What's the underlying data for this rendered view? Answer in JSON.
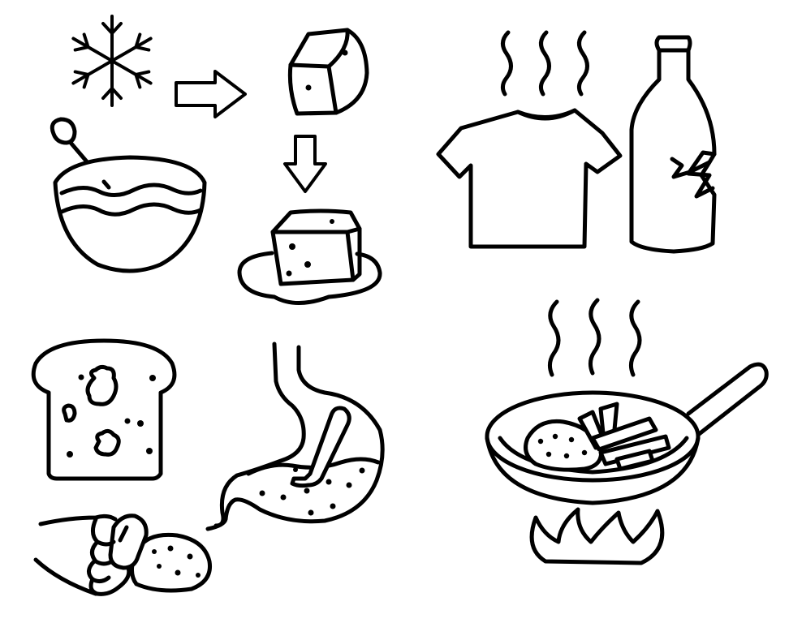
{
  "colors": {
    "ink": "#000000",
    "background": "#ffffff"
  },
  "panels": [
    {
      "id": "frozen-food-thawing",
      "icons": [
        "snowflake-icon",
        "arrow-right-icon",
        "frozen-cube-icon",
        "arrow-down-icon",
        "melting-cube-icon",
        "bowl-icon",
        "spoon-icon"
      ]
    },
    {
      "id": "smelly-shirt-and-broken-bottle",
      "icons": [
        "steam-icon",
        "t-shirt-icon",
        "broken-bottle-icon"
      ]
    },
    {
      "id": "moldy-food-and-stomach",
      "icons": [
        "moldy-bread-icon",
        "stomach-icon",
        "hand-icon",
        "moldy-potato-icon"
      ]
    },
    {
      "id": "cooking-on-fire",
      "icons": [
        "steam-icon",
        "frying-pan-icon",
        "food-icon",
        "flame-icon"
      ]
    }
  ]
}
